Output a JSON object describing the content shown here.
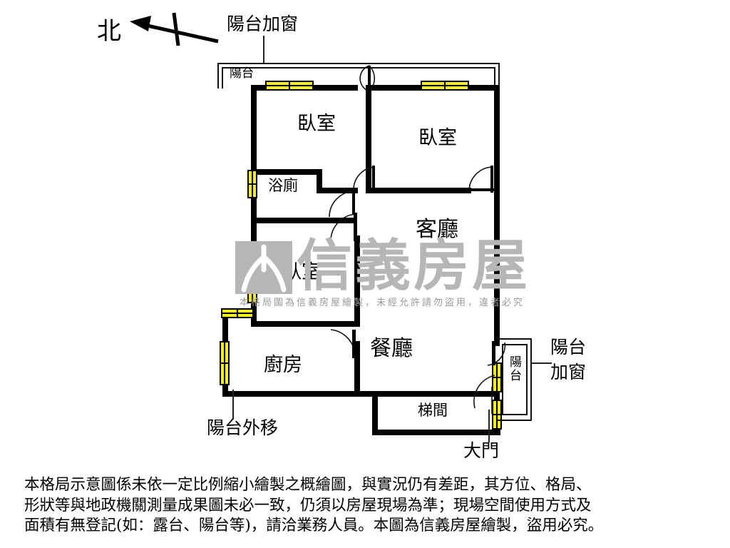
{
  "compass": {
    "north_label": "北"
  },
  "callouts": {
    "top_balcony_window": "陽台加窗",
    "right_balcony_window_line1": "陽台",
    "right_balcony_window_line2": "加窗",
    "balcony_moved_out": "陽台外移",
    "main_door": "大門"
  },
  "rooms": {
    "balcony_top": "陽台",
    "bedroom_nw": "臥室",
    "bedroom_ne": "臥室",
    "bathroom": "浴廁",
    "bedroom_sw": "臥室",
    "living_room": "客廳",
    "dining_room": "餐廳",
    "kitchen": "廚房",
    "stairwell": "梯間",
    "balcony_small": "陽台"
  },
  "watermark": {
    "brand": "信義房屋",
    "note": "本格局圖為信義房屋繪製，未經允許請勿盜用，違者必究"
  },
  "disclaimer": {
    "line1": "本格局示意圖係未依一定比例縮小繪製之概繪圖，與實況仍有差距，其方位、格局、",
    "line2": "形狀等與地政機關測量成果圖未必一致，仍須以房屋現場為準；現場空間使用方式及",
    "line3": "面積有無登記(如：露台、陽台等)，請洽業務人員。本圖為信義房屋繪製，盜用必究。"
  },
  "colors": {
    "wall": "#000000",
    "window_pane": "#f2ec1f",
    "watermark_gray": "#b6b6b6",
    "background": "#ffffff"
  }
}
